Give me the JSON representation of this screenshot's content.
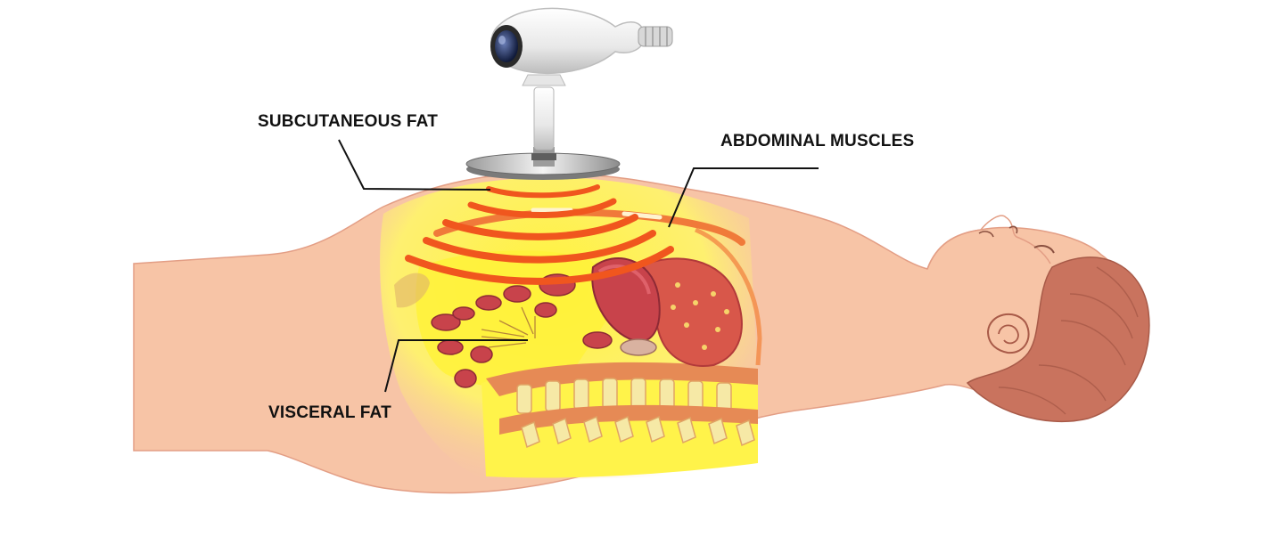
{
  "labels": {
    "subcutaneous_fat": "SUBCUTANEOUS FAT",
    "abdominal_muscles": "ABDOMINAL MUSCLES",
    "visceral_fat": "VISCERAL FAT"
  },
  "palette": {
    "skin": "#F7C4A6",
    "skin_outline": "#E39E85",
    "fat_yellow": "#FFF04A",
    "wave_orange": "#F0561E",
    "organ_red": "#C8434B",
    "hair": "#C9735E",
    "device_white": "#F2F2F2",
    "leader_line": "#111111"
  },
  "icons": {
    "device": "shockwave-handpiece-icon",
    "body": "reclining-patient-illustration"
  }
}
